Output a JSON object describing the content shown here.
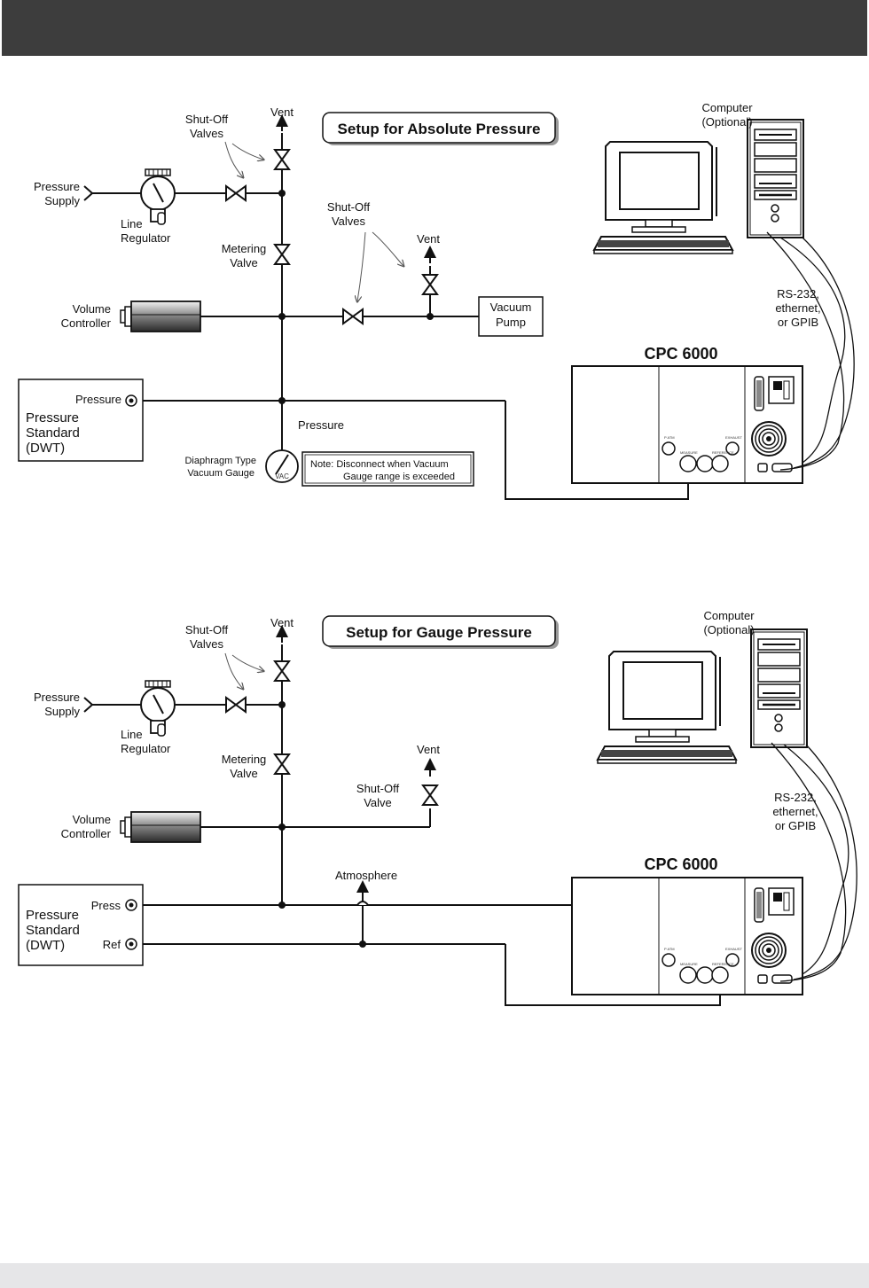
{
  "absolute_setup": {
    "title": "Setup for Absolute Pressure",
    "vent_top": "Vent",
    "shutoff_valves_1": [
      "Shut-Off",
      "Valves"
    ],
    "pressure_supply": [
      "Pressure",
      "Supply"
    ],
    "line_regulator": [
      "Line",
      "Regulator"
    ],
    "metering_valve": [
      "Metering",
      "Valve"
    ],
    "shutoff_valves_2": [
      "Shut-Off",
      "Valves"
    ],
    "vent_right": "Vent",
    "volume_controller": [
      "Volume",
      "Controller"
    ],
    "vacuum_pump": [
      "Vacuum",
      "Pump"
    ],
    "pressure_port": "Pressure",
    "pressure_standard": [
      "Pressure",
      "Standard",
      "(DWT)"
    ],
    "pressure_line_label": "Pressure",
    "vacuum_gauge": [
      "Diaphragm Type",
      "Vacuum Gauge"
    ],
    "vac_label": "VAC",
    "note": [
      "Note:  Disconnect when Vacuum",
      "Gauge range is exceeded"
    ],
    "computer": [
      "Computer",
      "(Optional)"
    ],
    "comm": [
      "RS-232,",
      "ethernet,",
      "or GPIB"
    ],
    "instrument": "CPC 6000"
  },
  "gauge_setup": {
    "title": "Setup for Gauge Pressure",
    "vent_top": "Vent",
    "shutoff_valves_1": [
      "Shut-Off",
      "Valves"
    ],
    "pressure_supply": [
      "Pressure",
      "Supply"
    ],
    "line_regulator": [
      "Line",
      "Regulator"
    ],
    "metering_valve": [
      "Metering",
      "Valve"
    ],
    "shutoff_valve_2": [
      "Shut-Off",
      "Valve"
    ],
    "vent_right": "Vent",
    "volume_controller": [
      "Volume",
      "Controller"
    ],
    "atmosphere": "Atmosphere",
    "pressure_standard": [
      "Pressure",
      "Standard",
      "(DWT)"
    ],
    "press_port": "Press",
    "ref_port": "Ref",
    "computer": [
      "Computer",
      "(Optional)"
    ],
    "comm": [
      "RS-232,",
      "ethernet,",
      "or GPIB"
    ],
    "instrument": "CPC 6000"
  }
}
